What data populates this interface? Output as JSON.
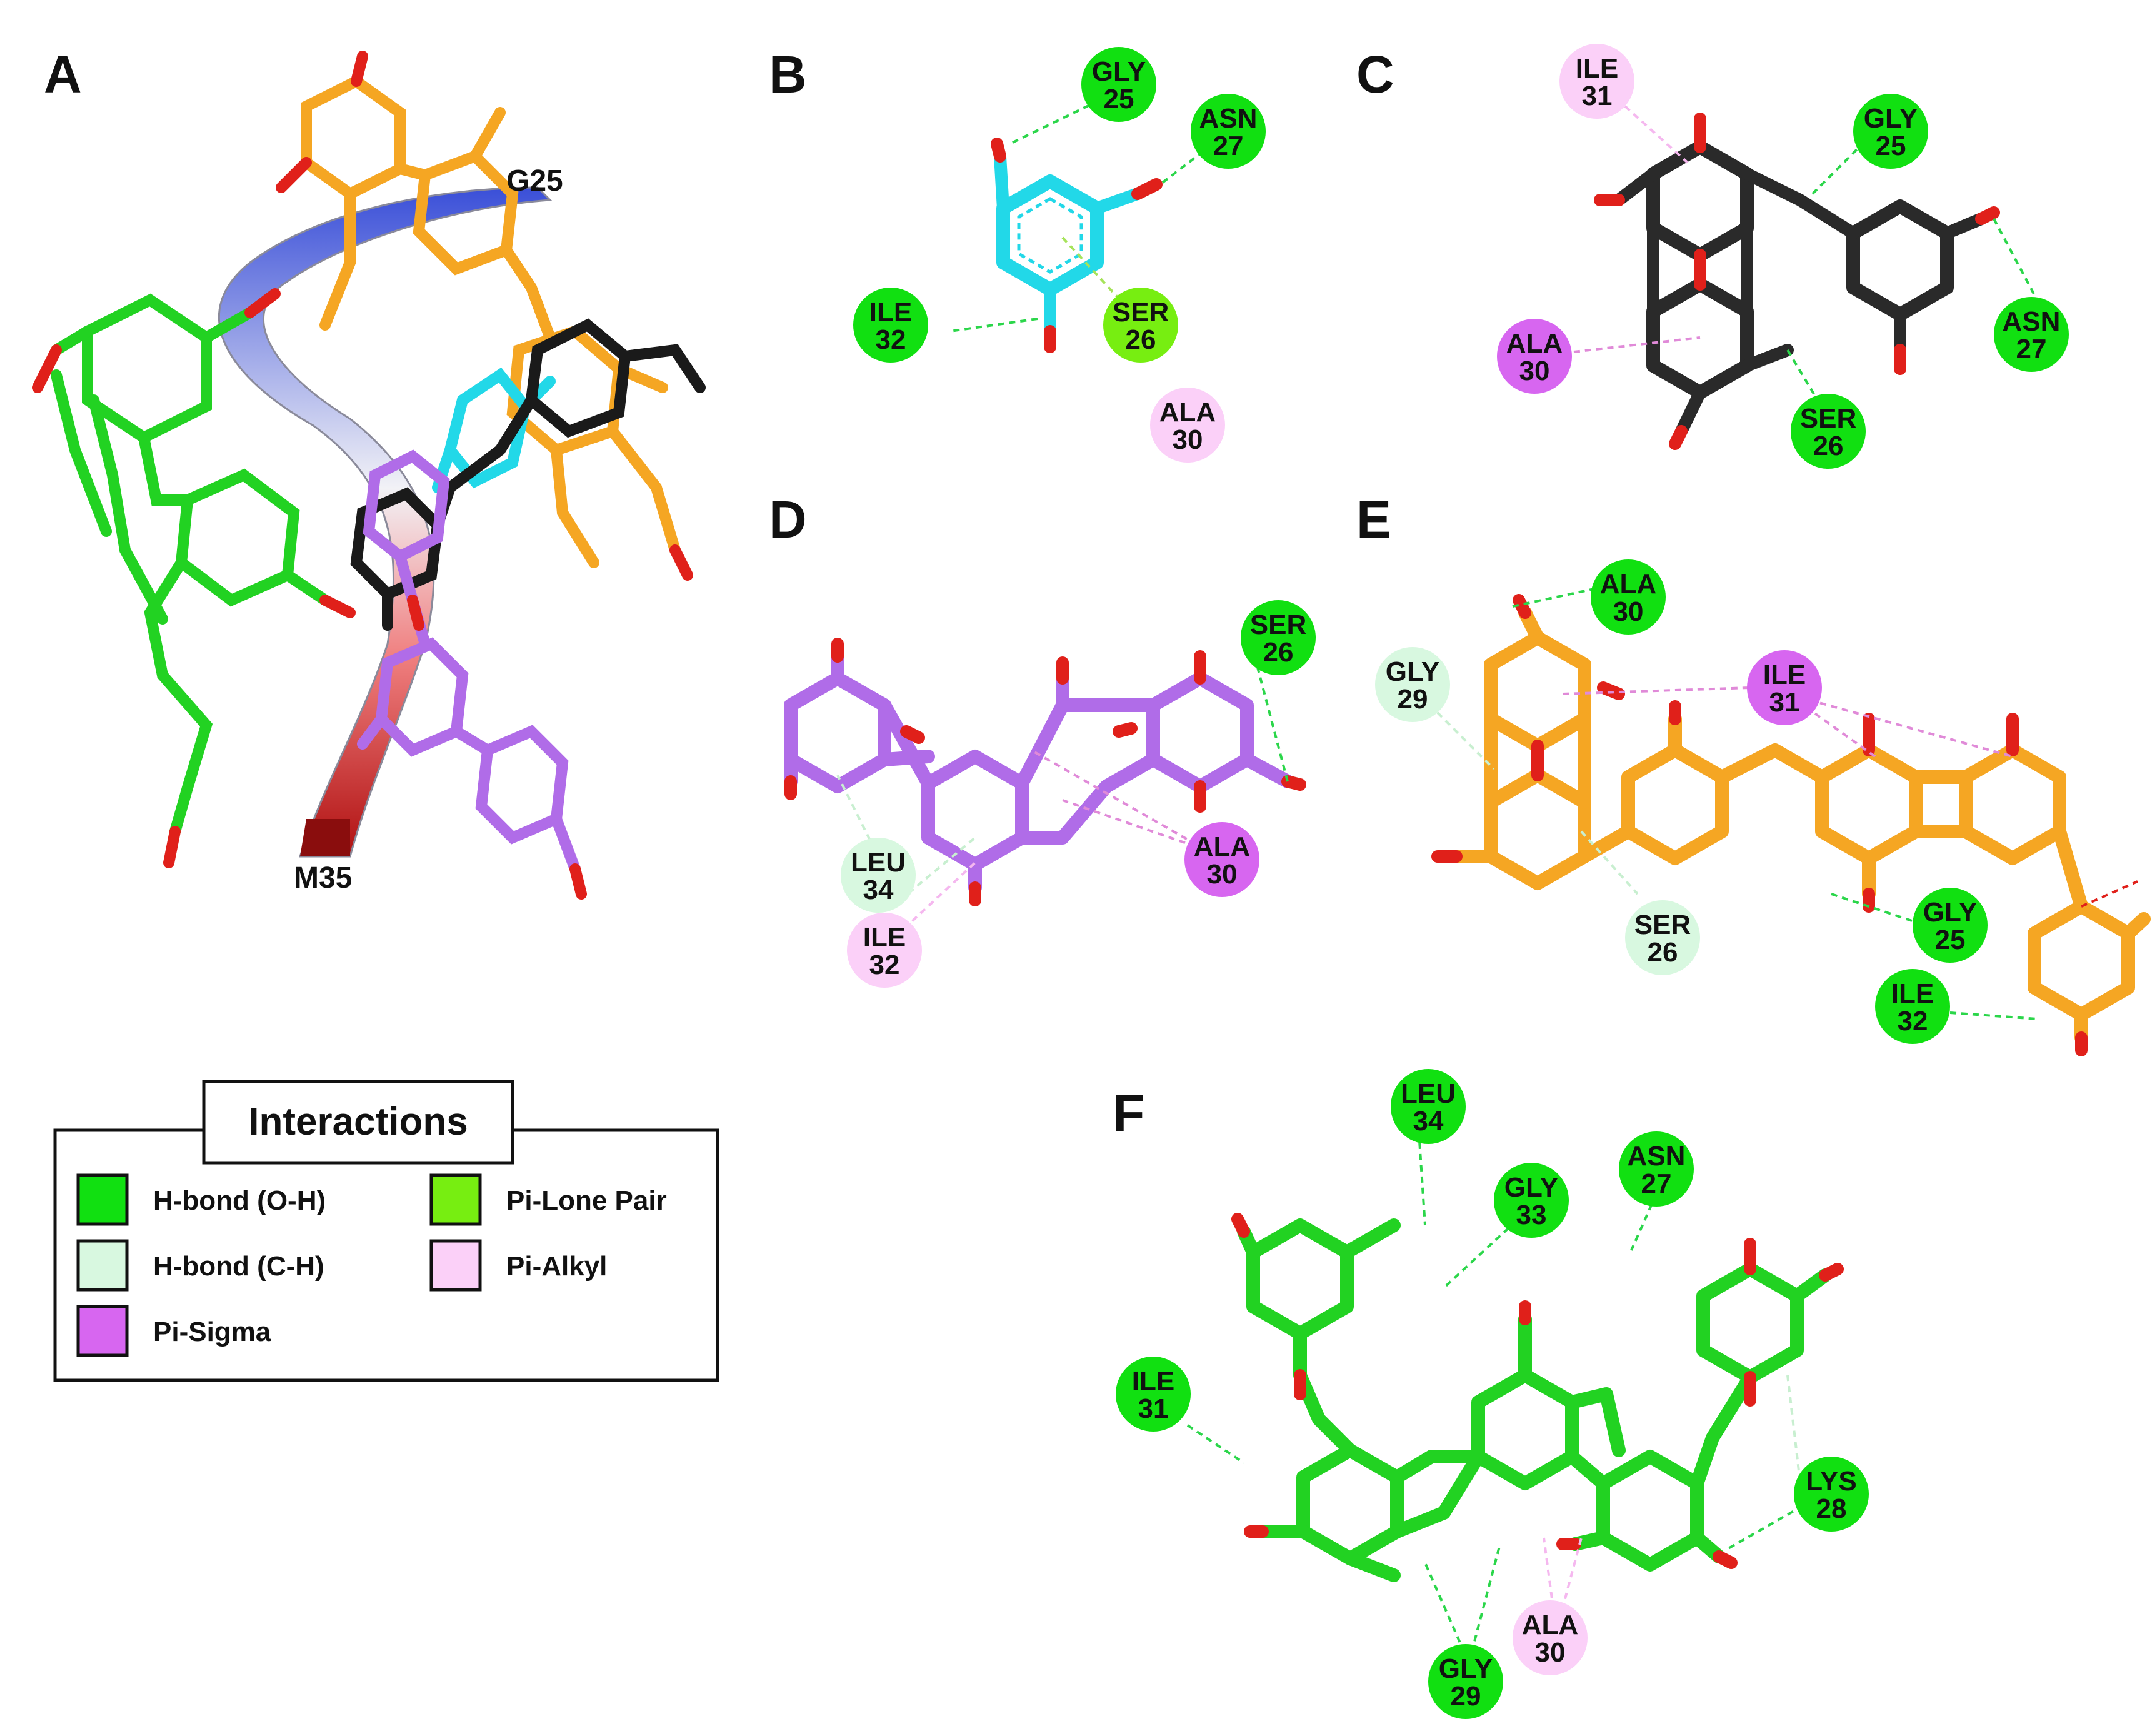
{
  "figure": {
    "panels": {
      "A": {
        "letter": "A",
        "labels": [
          "G25",
          "M35"
        ]
      },
      "B": {
        "letter": "B",
        "residues": [
          {
            "name": "GLY",
            "num": "25",
            "type": "h_oh"
          },
          {
            "name": "ASN",
            "num": "27",
            "type": "h_oh"
          },
          {
            "name": "ILE",
            "num": "32",
            "type": "h_oh"
          },
          {
            "name": "SER",
            "num": "26",
            "type": "pi_lone"
          },
          {
            "name": "ALA",
            "num": "30",
            "type": "pi_alkyl"
          }
        ]
      },
      "C": {
        "letter": "C",
        "residues": [
          {
            "name": "ILE",
            "num": "31",
            "type": "pi_alkyl"
          },
          {
            "name": "GLY",
            "num": "25",
            "type": "h_oh"
          },
          {
            "name": "ASN",
            "num": "27",
            "type": "h_oh"
          },
          {
            "name": "ALA",
            "num": "30",
            "type": "pi_sigma"
          },
          {
            "name": "SER",
            "num": "26",
            "type": "h_oh"
          }
        ]
      },
      "D": {
        "letter": "D",
        "residues": [
          {
            "name": "SER",
            "num": "26",
            "type": "h_oh"
          },
          {
            "name": "LEU",
            "num": "34",
            "type": "h_ch"
          },
          {
            "name": "ILE",
            "num": "32",
            "type": "pi_alkyl"
          },
          {
            "name": "ALA",
            "num": "30",
            "type": "pi_sigma"
          }
        ]
      },
      "E": {
        "letter": "E",
        "residues": [
          {
            "name": "ALA",
            "num": "30",
            "type": "h_oh"
          },
          {
            "name": "GLY",
            "num": "29",
            "type": "h_ch"
          },
          {
            "name": "ILE",
            "num": "31",
            "type": "pi_sigma"
          },
          {
            "name": "SER",
            "num": "26",
            "type": "h_ch"
          },
          {
            "name": "GLY",
            "num": "25",
            "type": "h_oh"
          },
          {
            "name": "ILE",
            "num": "32",
            "type": "h_oh"
          }
        ]
      },
      "F": {
        "letter": "F",
        "residues": [
          {
            "name": "LEU",
            "num": "34",
            "type": "h_oh"
          },
          {
            "name": "GLY",
            "num": "33",
            "type": "h_oh"
          },
          {
            "name": "ASN",
            "num": "27",
            "type": "h_oh"
          },
          {
            "name": "ILE",
            "num": "31",
            "type": "h_oh"
          },
          {
            "name": "LYS",
            "num": "28",
            "type": "h_oh"
          },
          {
            "name": "ALA",
            "num": "30",
            "type": "pi_alkyl"
          },
          {
            "name": "GLY",
            "num": "29",
            "type": "h_oh"
          }
        ]
      }
    },
    "legend": {
      "title": "Interactions",
      "items": [
        {
          "key": "h_oh",
          "label": "H-bond (O-H)",
          "color": "#11e011"
        },
        {
          "key": "pi_lone",
          "label": "Pi-Lone Pair",
          "color": "#77ee11"
        },
        {
          "key": "h_ch",
          "label": "H-bond (C-H)",
          "color": "#d8f8e0"
        },
        {
          "key": "pi_alkyl",
          "label": "Pi-Alkyl",
          "color": "#fbd0f8"
        },
        {
          "key": "pi_sigma",
          "label": "Pi-Sigma",
          "color": "#d766f0"
        }
      ]
    },
    "colors": {
      "cyan_ligand": "#22d8e8",
      "black_ligand": "#2a2a2a",
      "purple_ligand": "#b06ce8",
      "orange_ligand": "#f5a623",
      "green_ligand": "#22d222",
      "oxygen": "#e0201a",
      "hydrogen": "#ffffff"
    }
  }
}
